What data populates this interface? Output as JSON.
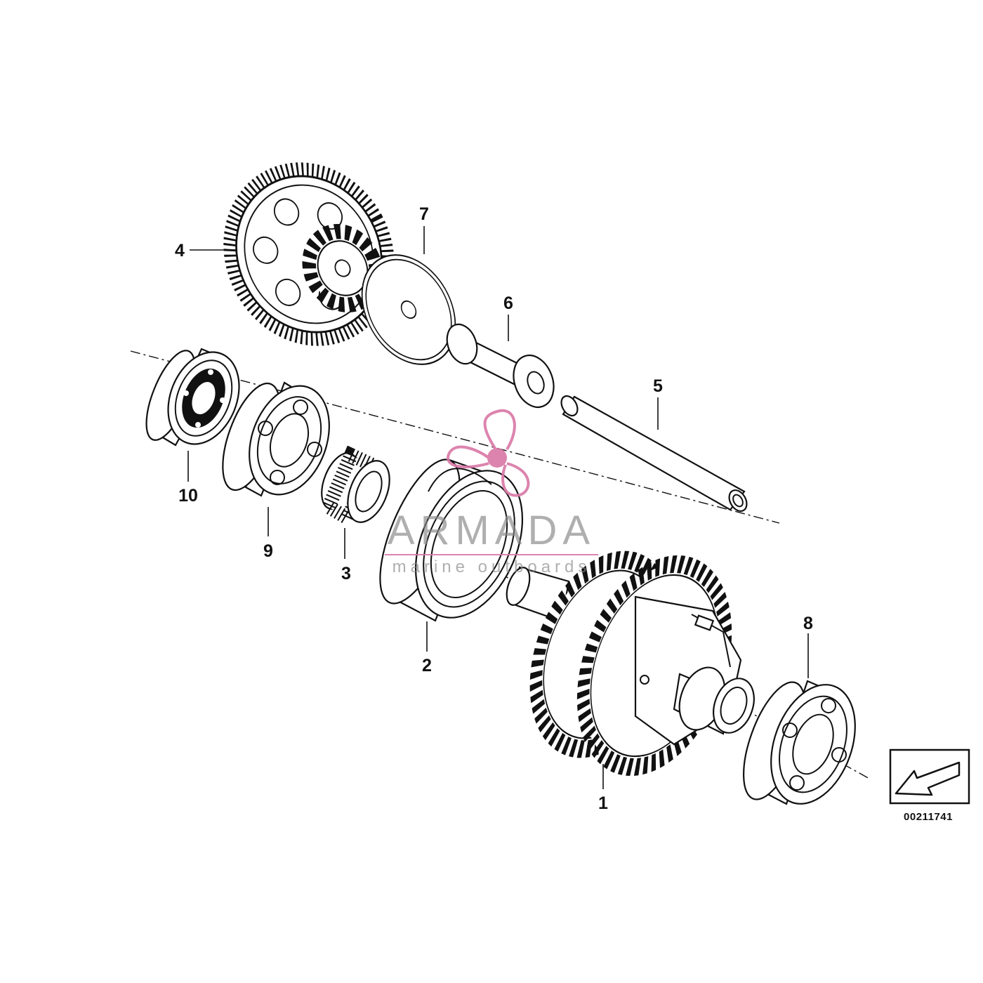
{
  "callouts": [
    {
      "label": "1",
      "name": "differential-gear"
    },
    {
      "label": "2",
      "name": "seal-ring"
    },
    {
      "label": "3",
      "name": "needle-bearing"
    },
    {
      "label": "4",
      "name": "intermediate-gear"
    },
    {
      "label": "5",
      "name": "shaft"
    },
    {
      "label": "6",
      "name": "spacer-sleeve"
    },
    {
      "label": "7",
      "name": "thrust-washer"
    },
    {
      "label": "8",
      "name": "ball-bearing-right"
    },
    {
      "label": "9",
      "name": "ball-bearing-center"
    },
    {
      "label": "10",
      "name": "ball-bearing-left"
    }
  ],
  "reference_number": "00211741",
  "watermark": {
    "title": "ARMADA",
    "subtitle": "marine outboards",
    "color": "#d977a6",
    "text_color": "#8a8a8a"
  },
  "line_color": "#111111",
  "orientation_icon": "direction-arrow-icon"
}
